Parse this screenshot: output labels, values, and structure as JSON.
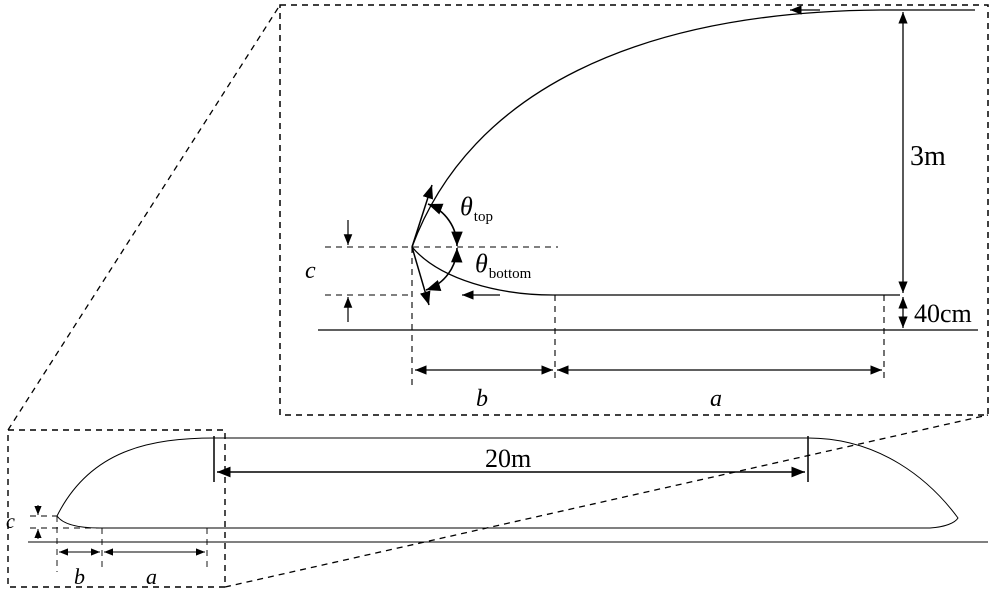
{
  "labels": {
    "height_label": "3m",
    "clearance_label": "40cm",
    "length_label": "20m",
    "c_label": "c",
    "b_label": "b",
    "a_label": "a",
    "theta_symbol": "θ",
    "theta_top_sub": "top",
    "theta_bottom_sub": "bottom"
  },
  "colors": {
    "stroke": "#000000",
    "background": "#ffffff"
  }
}
